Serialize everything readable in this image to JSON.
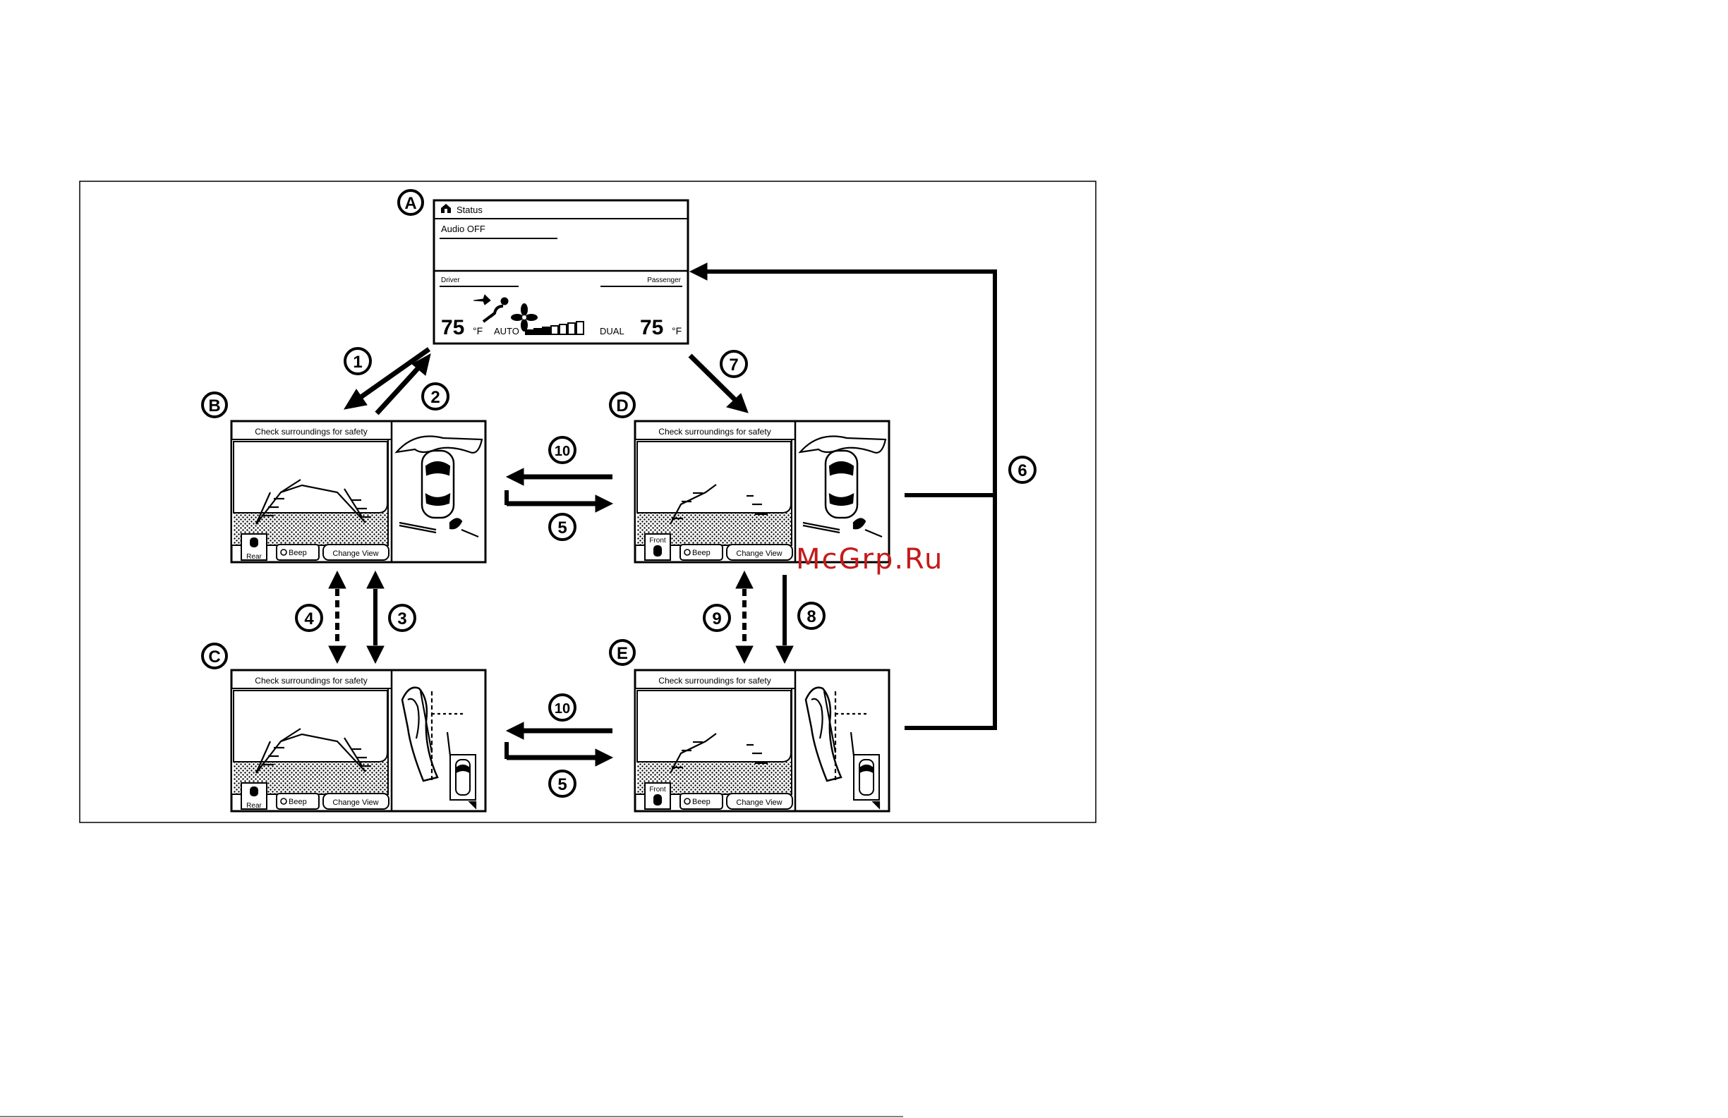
{
  "markers": [
    "A",
    "B",
    "C",
    "D",
    "E"
  ],
  "steps": [
    "1",
    "2",
    "3",
    "4",
    "5",
    "6",
    "7",
    "8",
    "9",
    "10"
  ],
  "status_screen": {
    "title": "Status",
    "audio": "Audio OFF",
    "driver": "Driver",
    "passenger": "Passenger",
    "temp_left": "75",
    "temp_right": "75",
    "unit": "°F",
    "auto": "AUTO",
    "dual": "DUAL"
  },
  "camera_screen": {
    "banner": "Check surroundings for safety",
    "rear": "Rear",
    "front": "Front",
    "beep": "Beep",
    "change_view": "Change View"
  },
  "watermark": "McGrp.Ru",
  "colors": {
    "ink": "#000000",
    "watermark": "#c41a1a"
  },
  "icons": [
    "home-icon",
    "airflow-icon",
    "fan-icon",
    "car-topdown-icon",
    "car-side-icon"
  ]
}
